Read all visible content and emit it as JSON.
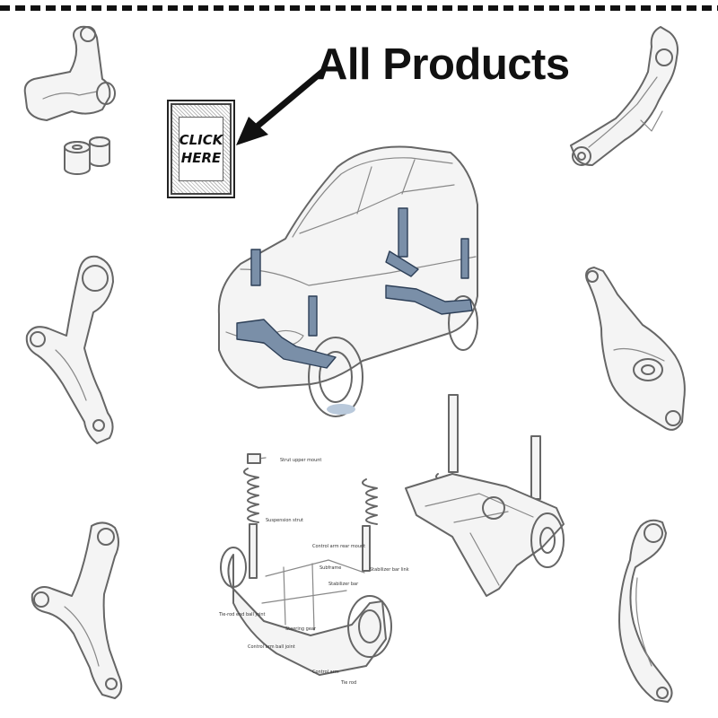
{
  "headline": "All Products",
  "cta": {
    "label": "CLICK\nHERE"
  },
  "parts": [
    {
      "name": "upper-control-arm-with-bushings"
    },
    {
      "name": "rear-trailing-arm"
    },
    {
      "name": "front-lower-control-arm-left"
    },
    {
      "name": "rear-lower-control-arm"
    },
    {
      "name": "front-lower-control-arm-bottom-left"
    },
    {
      "name": "front-lower-control-arm-bottom-right"
    }
  ],
  "diagrams": {
    "car": "sedan-with-highlighted-suspension",
    "front_suspension": "front-suspension-exploded-view",
    "rear_suspension": "rear-suspension-assembly"
  },
  "colors": {
    "ink": "#111111",
    "line": "#666666",
    "highlight": "#7a8fa8",
    "background": "#ffffff"
  }
}
